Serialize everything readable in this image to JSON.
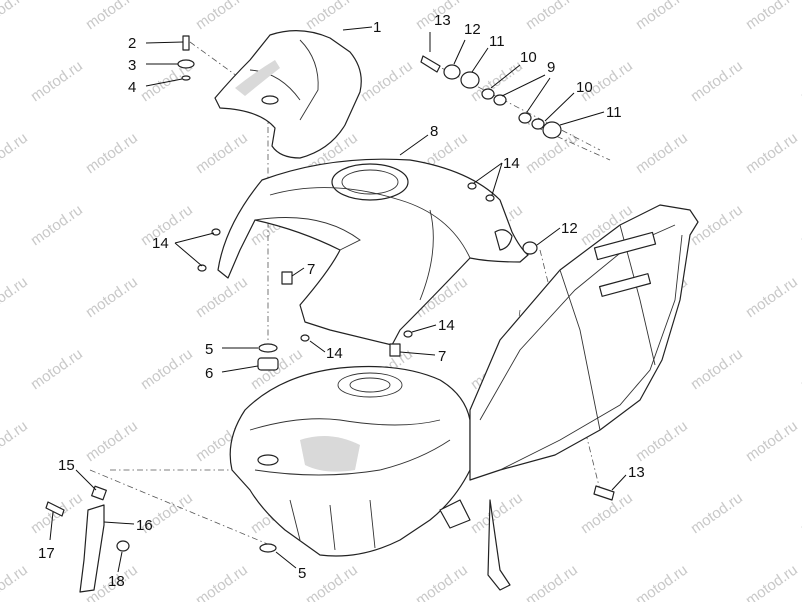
{
  "watermark": "motod.ru",
  "callouts": [
    {
      "id": "c1",
      "label": "1"
    },
    {
      "id": "c2",
      "label": "2"
    },
    {
      "id": "c3",
      "label": "3"
    },
    {
      "id": "c4",
      "label": "4"
    },
    {
      "id": "c5a",
      "label": "5"
    },
    {
      "id": "c5b",
      "label": "5"
    },
    {
      "id": "c6",
      "label": "6"
    },
    {
      "id": "c7a",
      "label": "7"
    },
    {
      "id": "c7b",
      "label": "7"
    },
    {
      "id": "c8",
      "label": "8"
    },
    {
      "id": "c9",
      "label": "9"
    },
    {
      "id": "c10a",
      "label": "10"
    },
    {
      "id": "c10b",
      "label": "10"
    },
    {
      "id": "c11a",
      "label": "11"
    },
    {
      "id": "c11b",
      "label": "11"
    },
    {
      "id": "c12a",
      "label": "12"
    },
    {
      "id": "c12b",
      "label": "12"
    },
    {
      "id": "c13a",
      "label": "13"
    },
    {
      "id": "c13b",
      "label": "13"
    },
    {
      "id": "c14a",
      "label": "14"
    },
    {
      "id": "c14b",
      "label": "14"
    },
    {
      "id": "c14c",
      "label": "14"
    },
    {
      "id": "c14d",
      "label": "14"
    },
    {
      "id": "c15",
      "label": "15"
    },
    {
      "id": "c16",
      "label": "16"
    },
    {
      "id": "c17",
      "label": "17"
    },
    {
      "id": "c18",
      "label": "18"
    }
  ]
}
